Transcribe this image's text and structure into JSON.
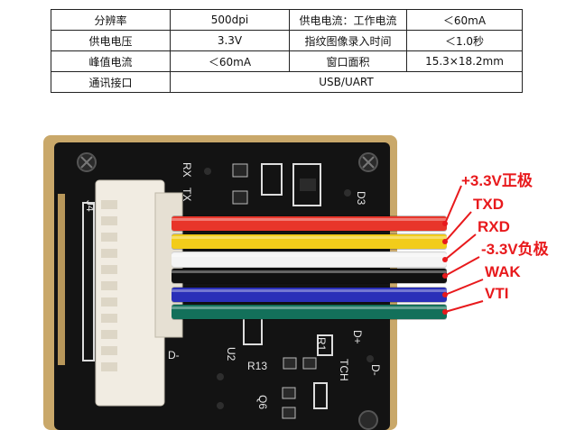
{
  "spec_table": {
    "rows": [
      {
        "label1": "分辨率",
        "value1": "500dpi",
        "label2": "供电电流：工作电流",
        "value2": "＜60mA"
      },
      {
        "label1": "供电电压",
        "value1": "3.3V",
        "label2": "指纹图像录入时间",
        "value2": "＜1.0秒"
      },
      {
        "label1": "峰值电流",
        "value1": "＜60mA",
        "label2": "窗口面积",
        "value2": "15.3×18.2mm"
      },
      {
        "label1": "通讯接口",
        "value1": "USB/UART"
      }
    ]
  },
  "wire_labels": [
    "+3.3V正极",
    "TXD",
    "RXD",
    "-3.3V负极",
    "WAK",
    "VTI"
  ],
  "wire_colors": [
    "#e8352a",
    "#f2cc1a",
    "#f4f4f4",
    "#101010",
    "#2a2fb8",
    "#13705a"
  ],
  "label_color": "#e8191c",
  "board_silkscreen": {
    "connector": "J4",
    "rx": "RX",
    "tx": "TX",
    "d3": "D3",
    "d_minus_left": "D-",
    "u2": "U2",
    "r13": "R13",
    "r1": "R1",
    "tch": "TCH",
    "d_plus": "D+",
    "d_minus_right": "D-",
    "q6": "Q6"
  }
}
